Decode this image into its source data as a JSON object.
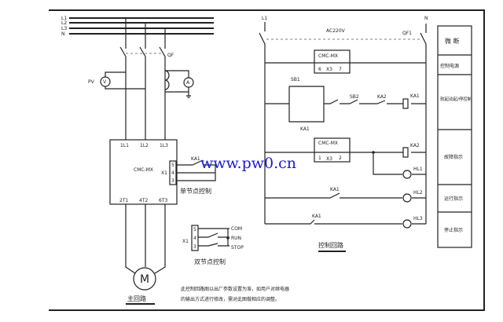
{
  "main_circuit": {
    "buses": [
      "L1",
      "L2",
      "L3",
      "N"
    ],
    "breaker": "QF",
    "voltmeter_label": "PV",
    "voltmeter_symbol": "V",
    "ammeter_symbol": "A",
    "starter_inputs": [
      "1L1",
      "1L2",
      "1L3"
    ],
    "starter_model": "CMC-MX",
    "terminal_block": "X1",
    "terminals": [
      "5",
      "4",
      "3"
    ],
    "starter_outputs": [
      "2T1",
      "4T2",
      "6T3"
    ],
    "relay_contact": "KA1",
    "single_node_caption": "单节点控制",
    "motor_symbol": "M",
    "caption": "主回路"
  },
  "double_node": {
    "terminal_block": "X1",
    "terminals": [
      "5",
      "4",
      "3"
    ],
    "signals": [
      "COM",
      "RUN",
      "STOP"
    ],
    "caption": "双节点控制"
  },
  "control_circuit": {
    "phase": "L1",
    "neutral": "N",
    "supply": "AC220V",
    "breaker": "QF1",
    "module1": {
      "model": "CMC-MX",
      "pins": [
        "6",
        "X3",
        "7"
      ]
    },
    "sb1": "SB1",
    "sb2": "SB2",
    "ka1": "KA1",
    "ka2": "KA2",
    "module2": {
      "model": "CMC-MX",
      "pins": [
        "1",
        "X3",
        "2"
      ]
    },
    "lamps": [
      "HL1",
      "HL2",
      "HL3"
    ],
    "caption": "控制回路"
  },
  "legend_column": [
    "微 断",
    "控制电源",
    "软起动起/停控制",
    "故障指示",
    "运行指示",
    "停止指示"
  ],
  "note": [
    "此控制回路图以出厂参数设置为准，如用户对继电器",
    "的输出方式进行修改，需对此图做相应的调整。"
  ],
  "watermark": "www.pw0.cn"
}
